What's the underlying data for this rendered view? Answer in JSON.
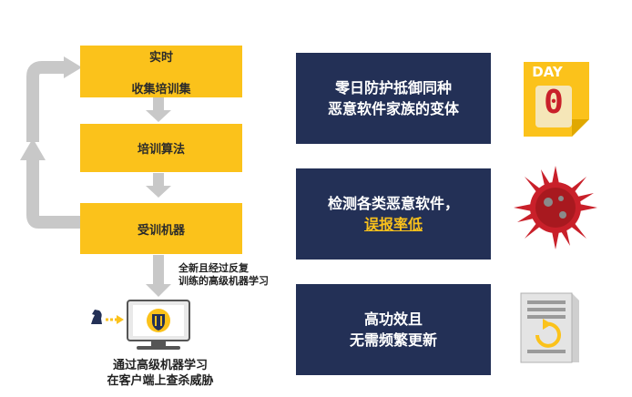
{
  "flow": {
    "box1_line1": "实时",
    "box1_line2": "收集培训集",
    "box2": "培训算法",
    "box3": "受训机器",
    "note_line1": "全新且经过反复",
    "note_line2": "训练的高级机器学习",
    "client_line1": "通过高级机器学习",
    "client_line2": "在客户端上查杀威胁"
  },
  "benefits": [
    {
      "line1": "零日防护抵御同种",
      "line2": "恶意软件家族的变体",
      "icon": "day-zero-calendar-icon"
    },
    {
      "line1": "检测各类恶意软件，",
      "line2": "误报率低",
      "icon": "virus-icon"
    },
    {
      "line1": "高功效且",
      "line2": "无需频繁更新",
      "icon": "server-update-icon"
    }
  ],
  "day_icon": {
    "label": "DAY",
    "number": "0"
  },
  "colors": {
    "yellow": "#fbc21b",
    "navy": "#233056",
    "gray_arrow": "#c8c8c8",
    "red": "#c9202a"
  }
}
